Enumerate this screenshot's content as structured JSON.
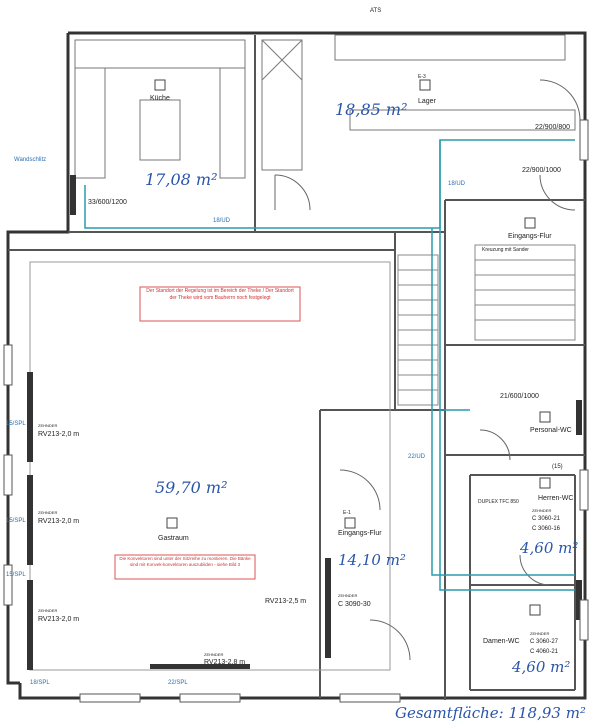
{
  "title_top": "ATS",
  "rooms": {
    "kueche": {
      "name": "Küche",
      "area": "17,08 m²"
    },
    "lager": {
      "name": "Lager",
      "area": "18,85 m²",
      "code": "E-3"
    },
    "eingangs_flur_top": {
      "name": "Eingangs-Flur"
    },
    "gastraum": {
      "name": "Gastraum",
      "area": "59,70 m²"
    },
    "eingangs_flur": {
      "name": "Eingangs-Flur",
      "area": "14,10 m²",
      "code": "E-1"
    },
    "herren_wc": {
      "name": "Herren-WC",
      "area": "4,60 m²"
    },
    "damen_wc": {
      "name": "Damen-WC",
      "area": "4,60 m²"
    },
    "personal_wc": {
      "name": "Personal-WC"
    }
  },
  "total": "Gesamtfläche: 118,93 m²",
  "labels": {
    "wandschlitz": "Wandschlitz",
    "unit_kueche": "33/600/1200",
    "unit_lager_1": "22/900/800",
    "unit_lager_2": "22/900/1000",
    "unit_flur": "21/600/1000",
    "rv_1": "RV213-2,0 m",
    "rv_2": "RV213-2,0 m",
    "rv_3": "RV213-2,0 m",
    "rv_4": "RV213-2,5 m",
    "rv_5": "RV213-2,8 m",
    "c3090": "C 3090-30",
    "c3060_16": "C 3060-16",
    "c3060_21": "C 3060-21",
    "c3060_27": "C 3060-27",
    "c4060_21": "C 4060-21",
    "zehnder": "ZEHNDER",
    "duplex": "DUPLEX TFC 850",
    "spl_1": "15/SPL",
    "spl_2": "15/SPL",
    "spl_3": "15/SPL",
    "spl_4": "18/SPL",
    "spl_5": "22/SPL",
    "ud_1": "18/UD",
    "ud_2": "22/UD",
    "ud_3": "18/UD",
    "num_15": "(15)",
    "kreuzung": "Kreuzung mit Sander",
    "red_note_1": "Der Standort der Regelung ist im Bereich der Theke / Der Standort der Theke wird vom Bauherrn noch festgelegt",
    "red_note_2": "Die Konvektoren sind unter der Sitzreihe zu montieren. Die Bänke sind mit Konvek-konvektoren auszubilden - siehe Bild 3"
  }
}
